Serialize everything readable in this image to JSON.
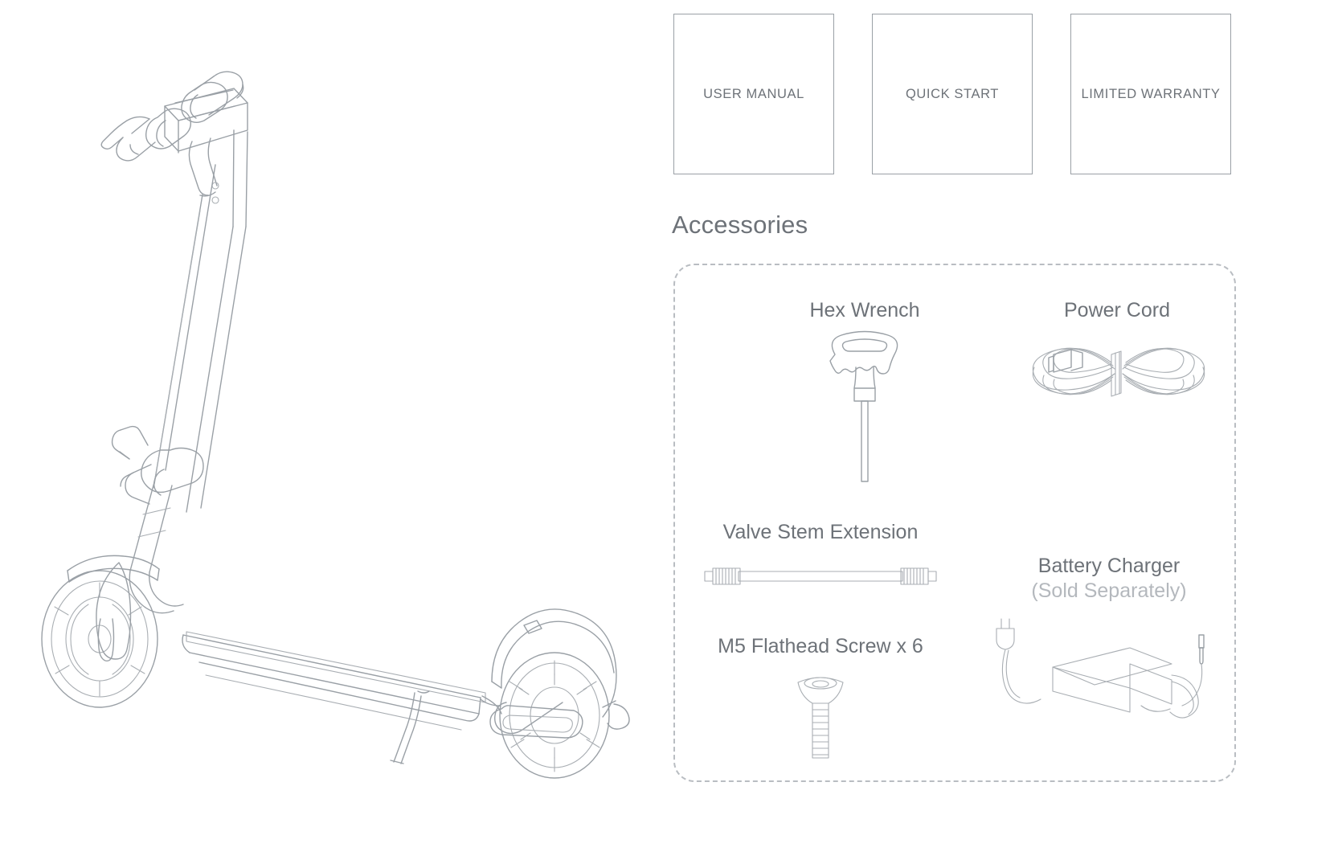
{
  "documents": {
    "items": [
      {
        "label": "USER MANUAL",
        "icon": "document-box-icon"
      },
      {
        "label": "QUICK START",
        "icon": "document-box-icon"
      },
      {
        "label": "LIMITED WARRANTY",
        "icon": "document-box-icon"
      }
    ]
  },
  "accessories": {
    "heading": "Accessories",
    "items": [
      {
        "id": "hex-wrench",
        "title": "Hex Wrench",
        "subtitle": "",
        "icon": "hex-wrench-icon"
      },
      {
        "id": "power-cord",
        "title": "Power Cord",
        "subtitle": "",
        "icon": "power-cord-icon"
      },
      {
        "id": "valve-stem",
        "title": "Valve Stem Extension",
        "subtitle": "",
        "icon": "valve-stem-extension-icon"
      },
      {
        "id": "m5-screw",
        "title": "M5 Flathead Screw x 6",
        "subtitle": "",
        "icon": "flathead-screw-icon"
      },
      {
        "id": "battery-charger",
        "title": "Battery Charger",
        "subtitle": "(Sold Separately)",
        "icon": "battery-charger-icon"
      }
    ]
  },
  "product": {
    "illustration": "electric-scooter-line-drawing",
    "view": "three-quarter-front-left"
  },
  "colors": {
    "line": "#9aa0a6",
    "text_primary": "#6d7278",
    "text_muted": "#b4b8bd",
    "box_border": "#9aa0a6",
    "dashed_border": "#b9bdc2",
    "background": "#ffffff"
  }
}
